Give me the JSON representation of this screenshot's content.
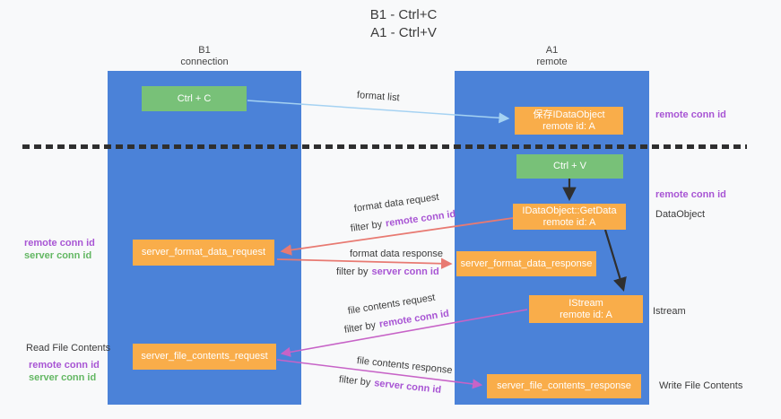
{
  "title": {
    "line1": "B1 - Ctrl+C",
    "line2": "A1 - Ctrl+V"
  },
  "lanes": {
    "left": {
      "name": "B1",
      "subtitle": "connection"
    },
    "right": {
      "name": "A1",
      "subtitle": "remote"
    }
  },
  "nodes": {
    "ctrl_c": {
      "label": "Ctrl + C"
    },
    "ctrl_v": {
      "label": "Ctrl + V"
    },
    "save_dataobject": {
      "line1": "保存IDataObject",
      "line2": "remote id: A"
    },
    "getdata": {
      "line1": "IDataObject::GetData",
      "line2": "remote id: A"
    },
    "istream": {
      "line1": "IStream",
      "line2": "remote id: A"
    },
    "server_format_data_request": {
      "label": "server_format_data_request"
    },
    "server_format_data_response": {
      "label": "server_format_data_response"
    },
    "server_file_contents_request": {
      "label": "server_file_contents_request"
    },
    "server_file_contents_response": {
      "label": "server_file_contents_response"
    }
  },
  "arrow_labels": {
    "format_list": "format list",
    "format_request": {
      "text": "format data request",
      "filter_prefix": "filter by",
      "filter_key": "remote conn id"
    },
    "format_response": {
      "text": "format data response",
      "filter_prefix": "filter by",
      "filter_key": "server conn id"
    },
    "file_request": {
      "text": "file contents request",
      "filter_prefix": "filter by",
      "filter_key": "remote conn id"
    },
    "file_response": {
      "text": "file contents response",
      "filter_prefix": "filter by",
      "filter_key": "server conn id"
    }
  },
  "side_labels": {
    "right_remote_conn_top": "remote conn id",
    "right_remote_conn_mid": "remote conn id",
    "dataobject": "DataObject",
    "istream": "Istream",
    "write_file_contents": "Write File Contents",
    "read_file_contents": "Read File Contents",
    "left_mid": {
      "remote": "remote conn id",
      "server": "server conn id"
    },
    "left_bottom": {
      "remote": "remote conn id",
      "server": "server conn id"
    }
  },
  "colors": {
    "lane_blue": "#4b82d8",
    "node_orange": "#f9ad4a",
    "node_green": "#78c178",
    "accent_purple": "#a855d4",
    "accent_green": "#63b763",
    "arrow_red": "#e87a72",
    "arrow_magenta": "#c763c7",
    "arrow_blue": "#a5d2f2",
    "dash_black": "#2f2f2f"
  }
}
